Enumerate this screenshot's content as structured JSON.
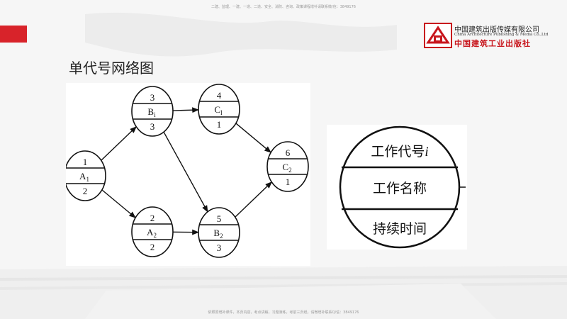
{
  "header_note": "二建、监理、一建、一造、二造、安全、消防、咨询、政策课程增补请联系微/信：3849176",
  "footer_note": "依照原增补课件，本页内容，考点讲解，习题演练，考前三页纸，请微增补联系Q/信：3849176",
  "publisher": {
    "name_cn": "中国建筑出版传媒有限公司",
    "name_en": "China Architecture Publishing & Media Co.,Ltd",
    "name_cn_2": "中国建筑工业出版社"
  },
  "slide": {
    "title": "单代号网络图"
  },
  "network": {
    "nodes": [
      {
        "id": "A1",
        "code": "1",
        "name": "A",
        "sub": "1",
        "duration": "2"
      },
      {
        "id": "B1",
        "code": "3",
        "name": "B",
        "sub": "i",
        "duration": "3"
      },
      {
        "id": "A2",
        "code": "2",
        "name": "A",
        "sub": "2",
        "duration": "2"
      },
      {
        "id": "C1",
        "code": "4",
        "name": "C",
        "sub": "l",
        "duration": "1"
      },
      {
        "id": "B2",
        "code": "5",
        "name": "B",
        "sub": "2",
        "duration": "3"
      },
      {
        "id": "C2",
        "code": "6",
        "name": "C",
        "sub": "2",
        "duration": "1"
      }
    ],
    "edges": [
      [
        "A1",
        "B1"
      ],
      [
        "A1",
        "A2"
      ],
      [
        "B1",
        "C1"
      ],
      [
        "B1",
        "B2"
      ],
      [
        "A2",
        "B2"
      ],
      [
        "C1",
        "C2"
      ],
      [
        "B2",
        "C2"
      ]
    ]
  },
  "legend": {
    "code_label": "工作代号",
    "code_var": "i",
    "name_label": "工作名称",
    "duration_label": "持续时间"
  },
  "colors": {
    "accent": "#d8232a",
    "logo_red": "#c8161d"
  }
}
